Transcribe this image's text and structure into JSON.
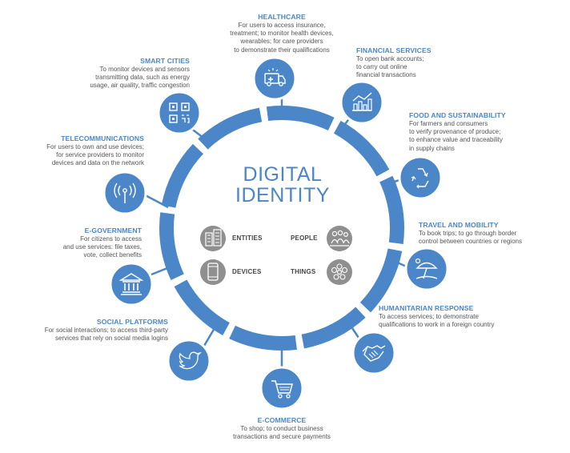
{
  "center": {
    "title_line1": "DIGITAL",
    "title_line2": "IDENTITY"
  },
  "categories": {
    "entities": "ENTITIES",
    "people": "PEOPLE",
    "devices": "DEVICES",
    "things": "THINGS"
  },
  "sectors": {
    "healthcare": {
      "title": "HEALTHCARE",
      "lines": [
        "For users to access insurance,",
        "treatment; to monitor health devices,",
        "wearables; for care providers",
        "to demonstrate their qualifications"
      ]
    },
    "financial": {
      "title": "FINANCIAL SERVICES",
      "lines": [
        "To open bank accounts;",
        "to carry out online",
        "financial transactions"
      ]
    },
    "food": {
      "title": "FOOD AND SUSTAINABILITY",
      "lines": [
        "For farmers and consumers",
        "to verify provenance of produce;",
        "to enhance value and traceability",
        "in supply chains"
      ]
    },
    "travel": {
      "title": "TRAVEL AND MOBILITY",
      "lines": [
        "To book trips; to go through border",
        "control between countries or regions"
      ]
    },
    "humanitarian": {
      "title": "HUMANITARIAN RESPONSE",
      "lines": [
        "To access services; to demonstrate",
        "qualifications to work in a foreign country"
      ]
    },
    "ecommerce": {
      "title": "E-COMMERCE",
      "lines": [
        "To shop; to conduct business",
        "transactions and secure payments"
      ]
    },
    "social": {
      "title": "SOCIAL PLATFORMS",
      "lines": [
        "For social interactions; to access third-party",
        "services that rely on social media logins"
      ]
    },
    "egov": {
      "title": "E-GOVERNMENT",
      "lines": [
        "For citizens to access",
        "and use services: file taxes,",
        "vote, collect benefits"
      ]
    },
    "telecom": {
      "title": "TELECOMMUNICATIONS",
      "lines": [
        "For users to own and use devices;",
        "for  service providers to monitor",
        "devices and data on the network"
      ]
    },
    "smartcities": {
      "title": "SMART CITIES",
      "lines": [
        "To monitor devices and sensors",
        "transmitting data, such as energy",
        "usage, air quality, traffic congestion"
      ]
    }
  },
  "colors": {
    "ring": "#4a86c8",
    "grey": "#8f8f8f",
    "title": "#4a86c8",
    "text": "#555555"
  }
}
